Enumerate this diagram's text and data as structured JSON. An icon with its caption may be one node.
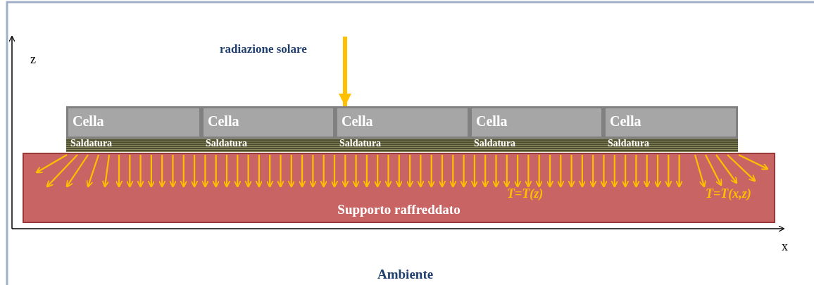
{
  "diagram": {
    "nodes": [
      {
        "text": [
          "Cella"
        ]
      },
      {
        "text": [
          "Cella"
        ]
      },
      {
        "text": [
          "Cella"
        ]
      },
      {
        "text": [
          "Cella"
        ]
      },
      {
        "text": [
          "Cella"
        ]
      },
      {
        "text": [
          "Saldatura"
        ]
      },
      {
        "text": [
          "Saldatura"
        ]
      },
      {
        "text": [
          "Saldatura"
        ]
      },
      {
        "text": [
          "Saldatura"
        ]
      },
      {
        "text": [
          "Saldatura"
        ]
      },
      {
        "text": [
          "T=T(z)",
          "T=T(x,z)",
          "Supporto raffreddato"
        ]
      }
    ],
    "edges": [
      {
        "from": null,
        "to": 2,
        "arrow": "to",
        "label": "radiazione solare"
      }
    ],
    "labels": [
      "z",
      "x",
      "Ambiente"
    ]
  }
}
